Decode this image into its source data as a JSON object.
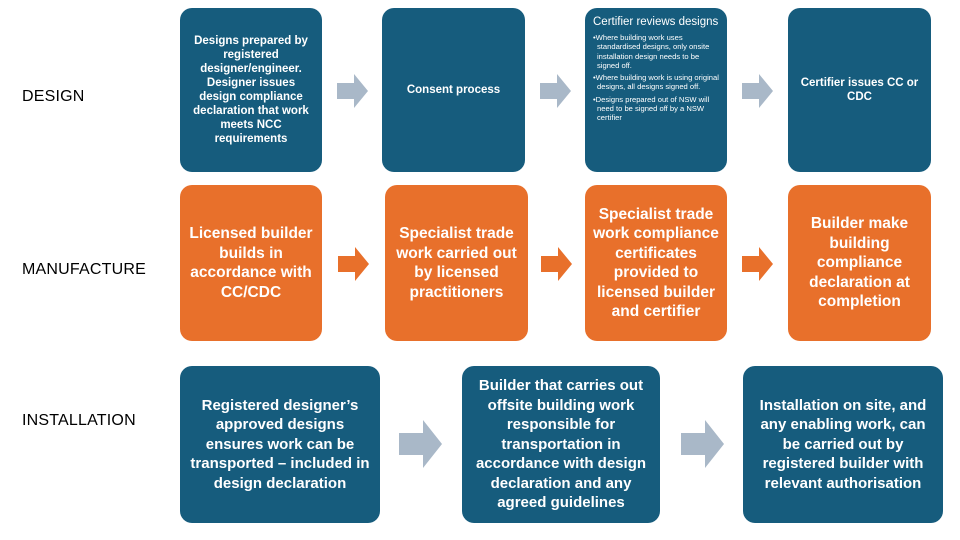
{
  "rows": {
    "design": {
      "label": "DESIGN",
      "steps": [
        {
          "text": "Designs prepared by registered designer/engineer. Designer issues design compliance declaration that work meets NCC requirements"
        },
        {
          "text": "Consent process"
        },
        {
          "title": "Certifier reviews designs",
          "bullets": [
            "Where building work uses standardised designs, only onsite installation design needs to be signed off.",
            "Where building work is using original designs, all designs signed off.",
            "Designs prepared out of NSW will need to be signed off by a NSW certifier"
          ]
        },
        {
          "text": "Certifier issues CC or CDC"
        }
      ]
    },
    "manufacture": {
      "label": "MANUFACTURE",
      "steps": [
        {
          "text": "Licensed builder builds in accordance with CC/CDC"
        },
        {
          "text": "Specialist trade work carried out by licensed practitioners"
        },
        {
          "text": "Specialist trade work compliance certificates provided to licensed builder and certifier"
        },
        {
          "text": "Builder make building compliance declaration at completion"
        }
      ]
    },
    "installation": {
      "label": "INSTALLATION",
      "steps": [
        {
          "text": "Registered designer’s approved designs ensures work can be transported – included in design declaration"
        },
        {
          "text": "Builder that carries out offsite building work responsible for transportation in accordance with design declaration and any agreed guidelines"
        },
        {
          "text": "Installation on site, and any enabling work, can be carried out by registered builder with relevant authorisation"
        }
      ]
    }
  },
  "colors": {
    "design_box": "#165c7d",
    "manufacture_box": "#e8702b",
    "installation_box": "#165c7d",
    "grey_arrow": "#a9b8c8",
    "orange_arrow": "#e8702b"
  }
}
